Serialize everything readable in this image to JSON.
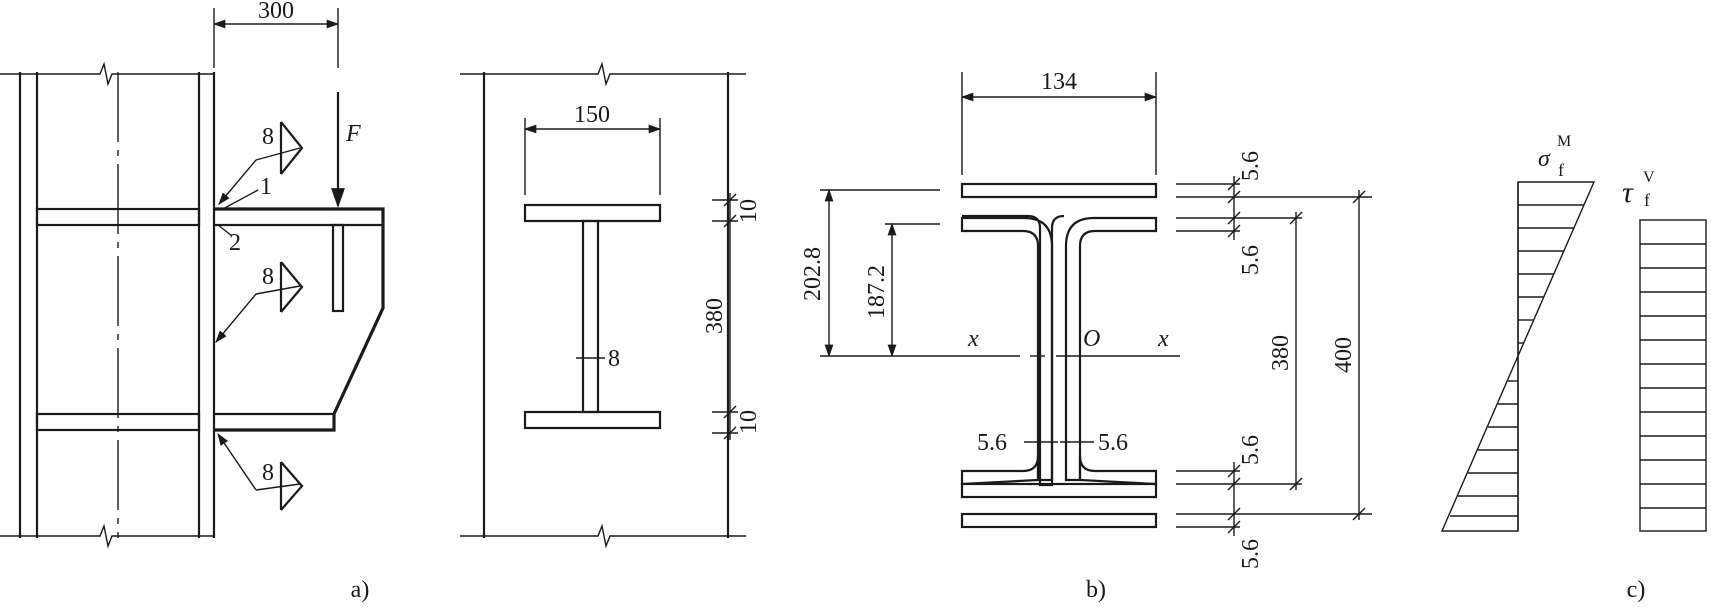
{
  "panel_a": {
    "caption": "a)",
    "dim_offset": "300",
    "load_label": "F",
    "weld_size_1": "8",
    "weld_size_2": "8",
    "weld_size_3": "8",
    "leader_1": "1",
    "leader_2": "2",
    "section_flange_width": "150",
    "section_web_thickness": "8",
    "section_web_height": "380",
    "section_flange_thk_top": "10",
    "section_flange_thk_bottom": "10"
  },
  "panel_b": {
    "caption": "b)",
    "dim_width": "134",
    "dim_outer_half": "202.8",
    "dim_inner_half": "187.2",
    "axis_left": "x",
    "axis_origin": "O",
    "axis_right": "x",
    "web_weld_left": "5.6",
    "web_weld_right": "5.6",
    "flange_weld_1": "5.6",
    "flange_weld_2": "5.6",
    "flange_weld_3": "5.6",
    "flange_weld_4": "5.6",
    "dim_inner_height": "380",
    "dim_outer_height": "400"
  },
  "panel_c": {
    "caption": "c)",
    "sigma_symbol": "σ",
    "sigma_sup": "M",
    "sigma_sub": "f",
    "tau_symbol": "τ",
    "tau_sup": "V",
    "tau_sub": "f"
  }
}
